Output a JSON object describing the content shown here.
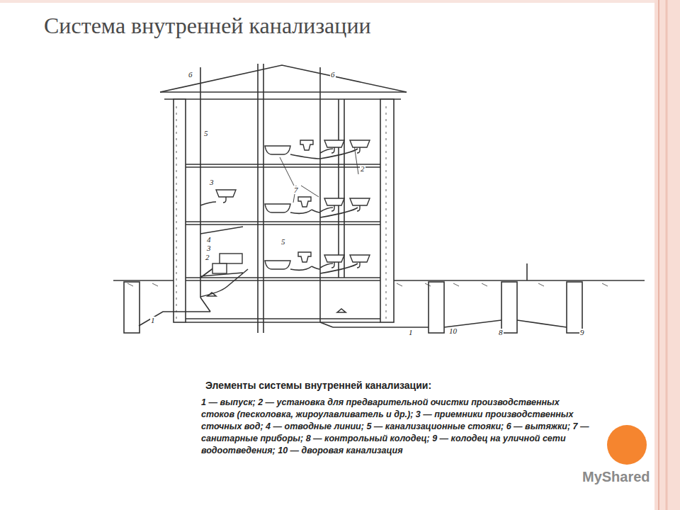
{
  "diagram": {
    "title": "Система внутренней канализации",
    "caption": "Элементы системы внутренней канализации:",
    "labels": [
      "6",
      "6",
      "5",
      "3",
      "4",
      "3",
      "2",
      "7",
      "2",
      "5",
      "1",
      "1",
      "10",
      "8",
      "9",
      "1 — выпуск;",
      "2 — установка для предварительной очистки производственных стоков (песколовка, жироулавливатель и др.);",
      "3 — приемники производственных сточных вод;",
      "4 — отводные линии;",
      "5 — канализационные стояки;",
      "6 — вытяжки;",
      "7 — санитарные приборы;",
      "8 — контрольный колодец;",
      "9 — колодец на уличной сети водоотведения;",
      "10 — дворовая канализация",
      "MyShared"
    ]
  }
}
